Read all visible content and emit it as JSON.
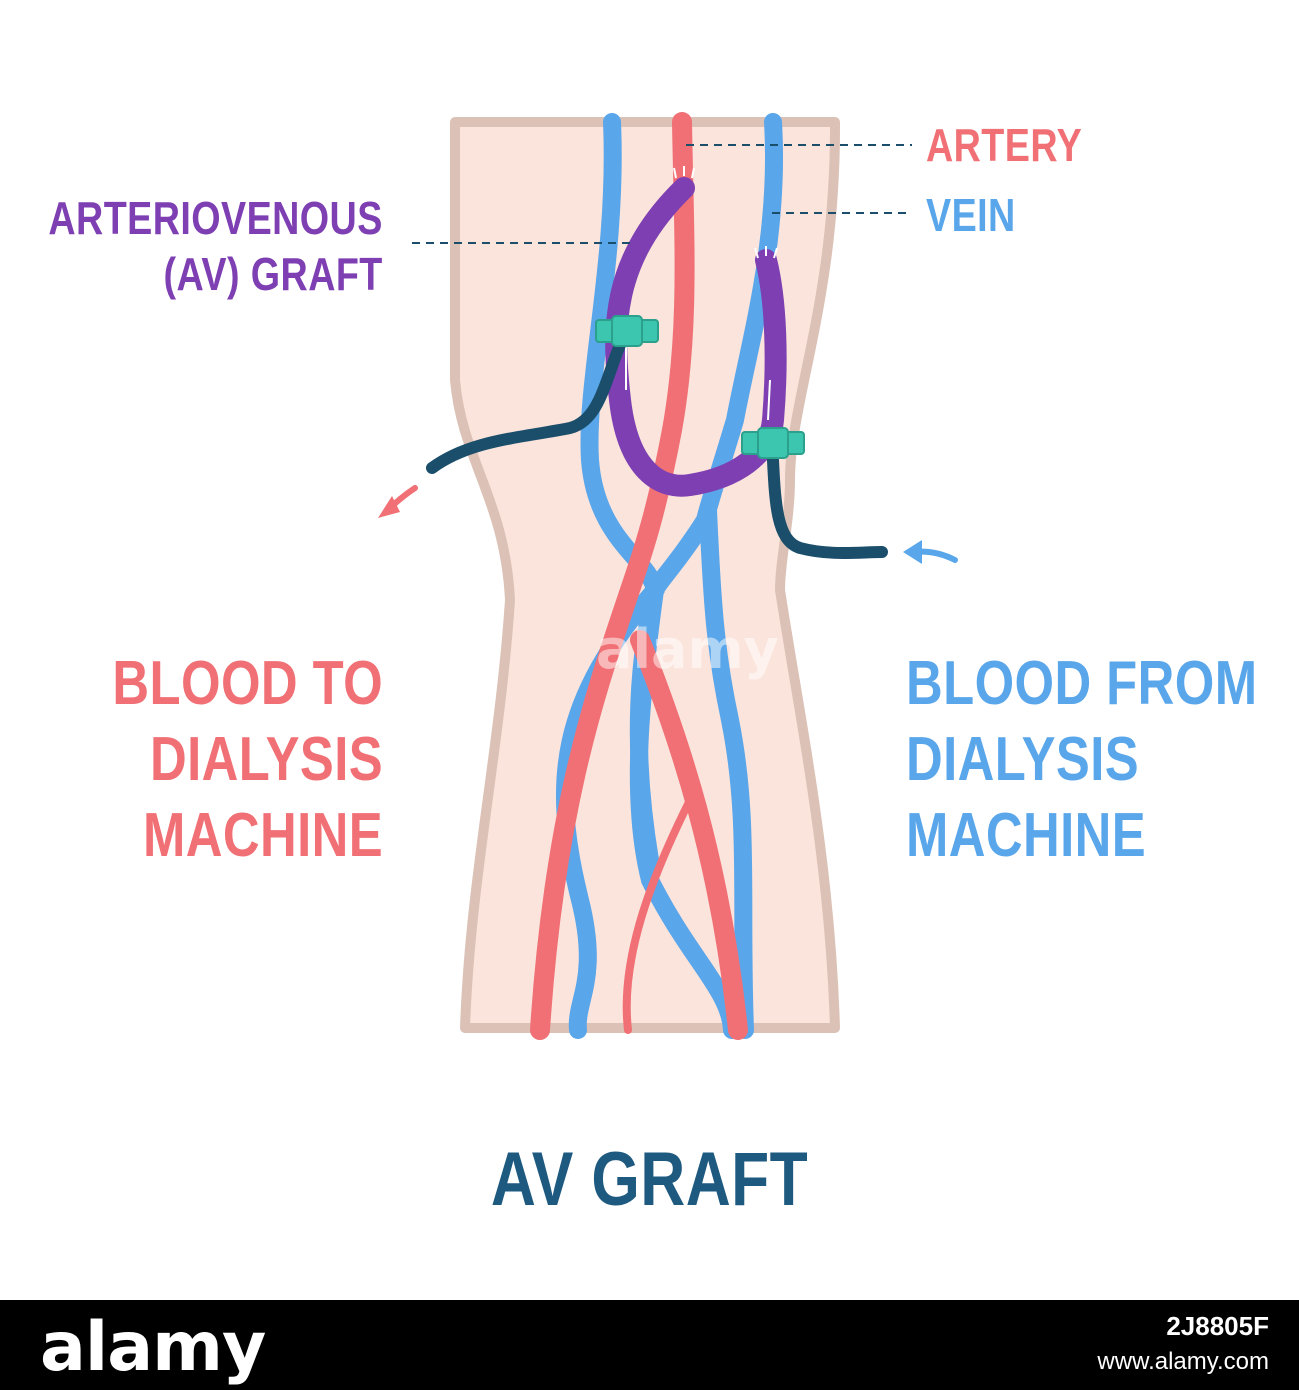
{
  "labels": {
    "artery": "ARTERY",
    "vein": "VEIN",
    "graft_line1": "ARTERIOVENOUS",
    "graft_line2": "(AV) GRAFT",
    "to_line1": "BLOOD TO",
    "to_line2": "DIALYSIS",
    "to_line3": "MACHINE",
    "from_line1": "BLOOD FROM",
    "from_line2": "DIALYSIS",
    "from_line3": "MACHINE",
    "title": "AV GRAFT"
  },
  "watermark": "alamy",
  "footer": {
    "logo": "alamy",
    "image_id": "2J8805F",
    "site": "www.alamy.com"
  },
  "colors": {
    "artery": "#f07075",
    "vein": "#5aa6ea",
    "graft": "#7e3fb3",
    "tube": "#1b4e6b",
    "needle_hub": "#3cc6b0",
    "skin": "#fbe4dc",
    "skin_outline": "#dcc2b6",
    "title": "#1e5a80"
  }
}
